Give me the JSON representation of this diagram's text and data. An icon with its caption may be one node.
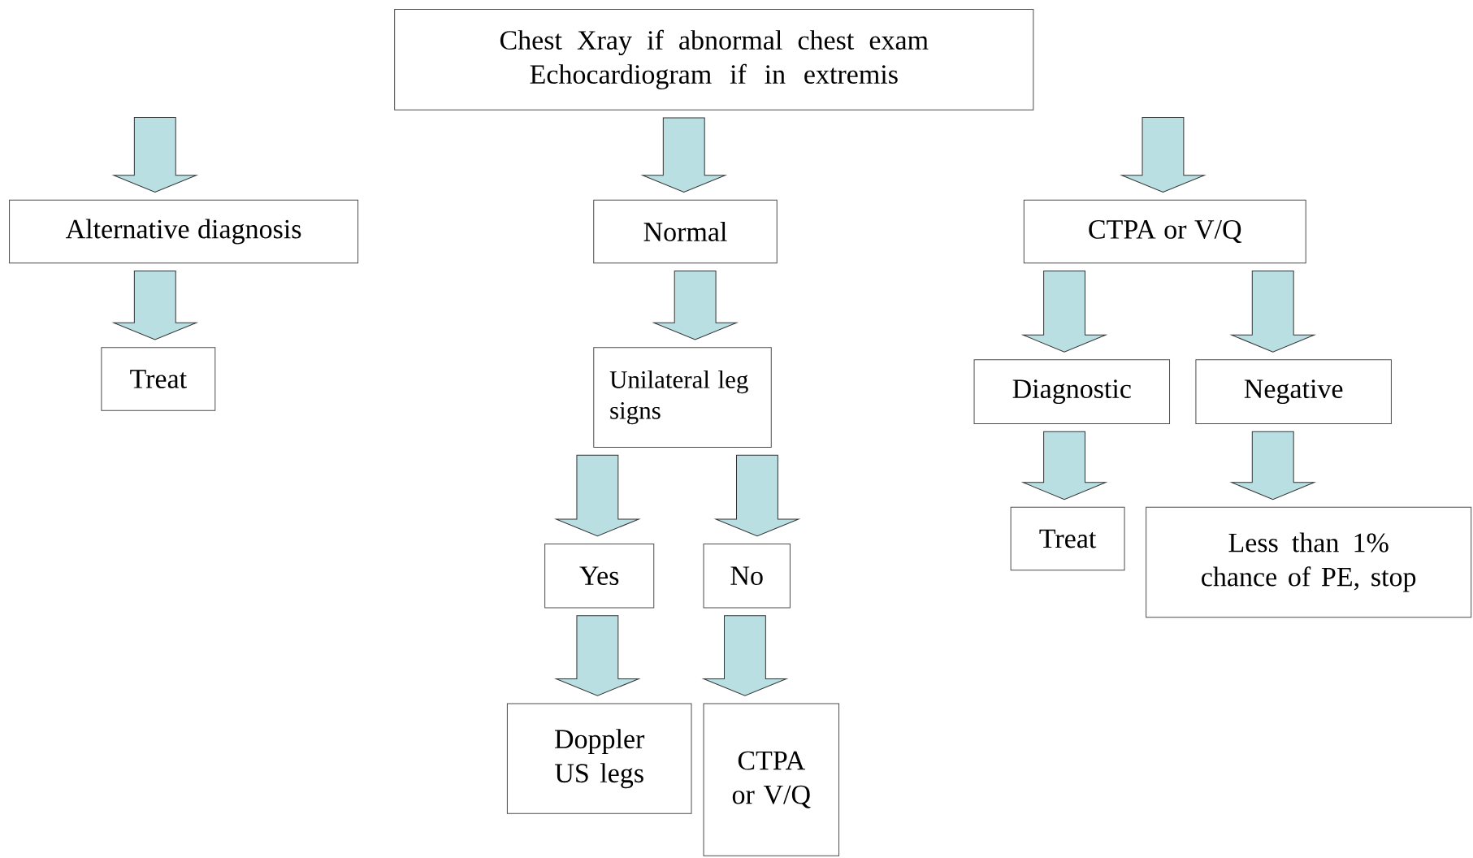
{
  "diagram": {
    "nodes": [
      {
        "text": [
          "Chest Xray if abnormal chest exam Echocardiogram if in extremis"
        ]
      },
      {
        "text": [
          "Alternative diagnosis"
        ]
      },
      {
        "text": [
          "Normal"
        ]
      },
      {
        "text": [
          "CTPA or V/Q"
        ]
      },
      {
        "text": [
          "Treat"
        ]
      },
      {
        "text": [
          "Unilateral leg signs"
        ]
      },
      {
        "text": [
          "Diagnostic"
        ]
      },
      {
        "text": [
          "Negative"
        ]
      },
      {
        "text": [
          "Yes"
        ]
      },
      {
        "text": [
          "No"
        ]
      },
      {
        "text": [
          "Treat"
        ]
      },
      {
        "text": [
          "Less than 1% chance of PE, stop"
        ]
      },
      {
        "text": [
          "Doppler US legs"
        ]
      },
      {
        "text": [
          "CTPA or V/Q"
        ]
      }
    ],
    "edges": [
      {
        "from": null,
        "to": 1,
        "arrow": "to"
      },
      {
        "from": 0,
        "to": 2,
        "arrow": "to"
      },
      {
        "from": null,
        "to": 3,
        "arrow": "to"
      },
      {
        "from": 1,
        "to": 4,
        "arrow": "to"
      },
      {
        "from": 2,
        "to": 5,
        "arrow": "to"
      },
      {
        "from": 5,
        "to": 8,
        "arrow": "to"
      },
      {
        "from": 5,
        "to": 9,
        "arrow": "to"
      },
      {
        "from": 3,
        "to": 6,
        "arrow": "to"
      },
      {
        "from": 3,
        "to": 7,
        "arrow": "to"
      },
      {
        "from": 6,
        "to": 10,
        "arrow": "to"
      },
      {
        "from": 7,
        "to": 11,
        "arrow": "to"
      },
      {
        "from": 8,
        "to": 12,
        "arrow": "to"
      },
      {
        "from": 9,
        "to": 13,
        "arrow": "to"
      }
    ]
  }
}
